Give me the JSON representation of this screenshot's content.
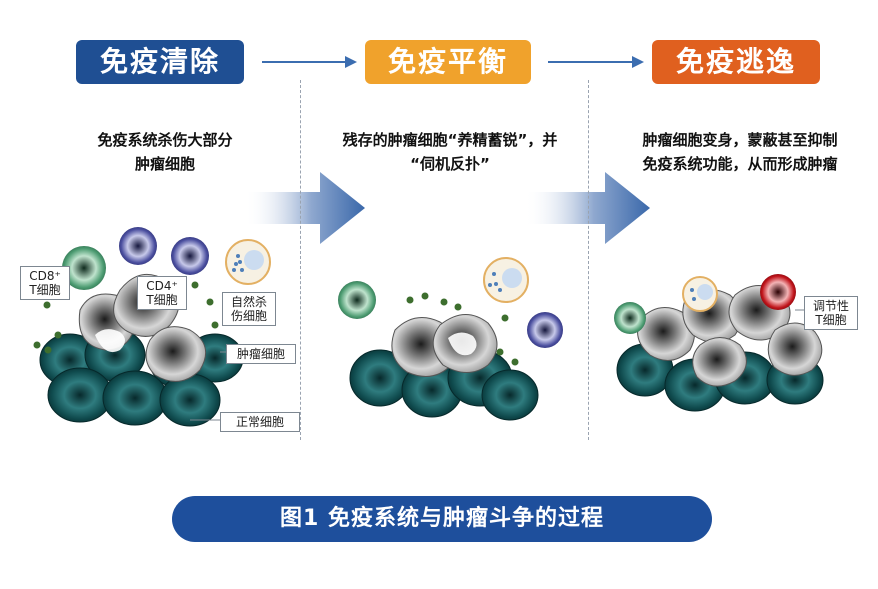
{
  "phases": [
    {
      "title": "免疫清除",
      "description": [
        "免疫系统杀伤大部分",
        "肿瘤细胞"
      ]
    },
    {
      "title": "免疫平衡",
      "description": [
        "残存的肿瘤细胞“养精蓄锐”，并",
        "“伺机反扑”"
      ]
    },
    {
      "title": "免疫逃逸",
      "description": [
        "肿瘤细胞变身，蒙蔽甚至抑制",
        "免疫系统功能，从而形成肿瘤"
      ]
    }
  ],
  "labels": {
    "cd8_line1": "CD8⁺",
    "cd8_line2": "T细胞",
    "cd4_line1": "CD4⁺",
    "cd4_line2": "T细胞",
    "nk_line1": "自然杀",
    "nk_line2": "伤细胞",
    "tumor": "肿瘤细胞",
    "normal": "正常细胞",
    "treg_line1": "调节性",
    "treg_line2": "T细胞"
  },
  "caption": "图1 免疫系统与肿瘤斗争的过程",
  "colors": {
    "phase1": "#1f4f93",
    "phase2": "#f0a22c",
    "phase3": "#e0601f",
    "caption_bg": "#1e4f9c",
    "normal_cell": "#0f4a4d",
    "cd8_cell": "#4d9c72",
    "cd4_cell": "#3b3f8f",
    "treg_cell": "#c0141b"
  }
}
